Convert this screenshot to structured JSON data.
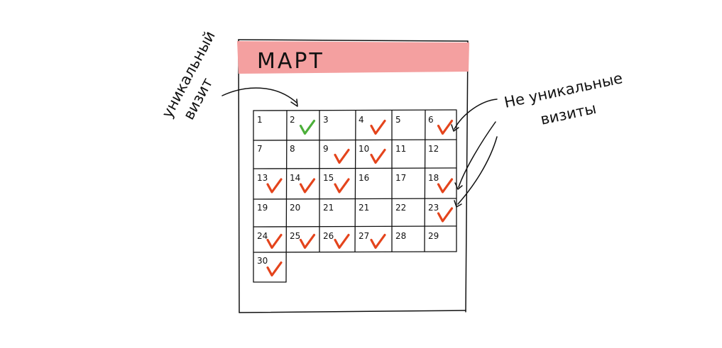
{
  "calendar": {
    "month_title": "МАРТ",
    "header_color": "#f4a0a0",
    "cells": [
      {
        "day": "1",
        "mark": "none"
      },
      {
        "day": "2",
        "mark": "green"
      },
      {
        "day": "3",
        "mark": "none"
      },
      {
        "day": "4",
        "mark": "red"
      },
      {
        "day": "5",
        "mark": "none"
      },
      {
        "day": "6",
        "mark": "red"
      },
      {
        "day": "7",
        "mark": "none"
      },
      {
        "day": "8",
        "mark": "none"
      },
      {
        "day": "9",
        "mark": "red"
      },
      {
        "day": "10",
        "mark": "red"
      },
      {
        "day": "11",
        "mark": "none"
      },
      {
        "day": "12",
        "mark": "none"
      },
      {
        "day": "13",
        "mark": "red"
      },
      {
        "day": "14",
        "mark": "red"
      },
      {
        "day": "15",
        "mark": "red"
      },
      {
        "day": "16",
        "mark": "none"
      },
      {
        "day": "17",
        "mark": "none"
      },
      {
        "day": "18",
        "mark": "red"
      },
      {
        "day": "19",
        "mark": "none"
      },
      {
        "day": "20",
        "mark": "none"
      },
      {
        "day": "21",
        "mark": "none"
      },
      {
        "day": "21",
        "mark": "none"
      },
      {
        "day": "22",
        "mark": "none"
      },
      {
        "day": "23",
        "mark": "red"
      },
      {
        "day": "24",
        "mark": "red"
      },
      {
        "day": "25",
        "mark": "red"
      },
      {
        "day": "26",
        "mark": "red"
      },
      {
        "day": "27",
        "mark": "red"
      },
      {
        "day": "28",
        "mark": "none"
      },
      {
        "day": "29",
        "mark": "none"
      },
      {
        "day": "30",
        "mark": "red"
      }
    ]
  },
  "annotations": {
    "unique_visit_line1": "уникальный",
    "unique_visit_line2": "визит",
    "non_unique_line1": "Не уникальные",
    "non_unique_line2": "визиты"
  },
  "colors": {
    "check_green": "#4caf3a",
    "check_red": "#e4441c",
    "ink": "#111111"
  }
}
